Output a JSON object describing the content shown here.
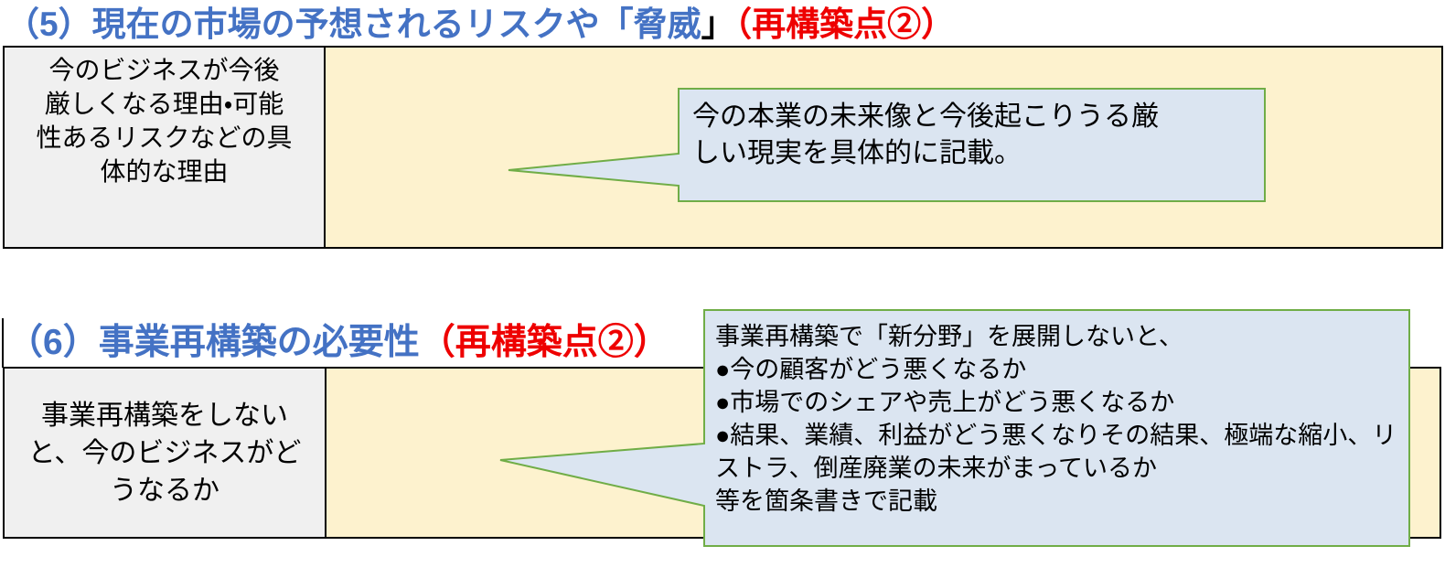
{
  "colors": {
    "heading_blue": "#4472C4",
    "accent_red": "#EE0000",
    "table_fill_yellow": "#FDF2CE",
    "table_fill_gray": "#F0F0F0",
    "callout_fill_blue": "#DBE5F1",
    "callout_border_green": "#70AD47",
    "border_black": "#000000"
  },
  "section5": {
    "heading": {
      "part_blue": "（5）現在の市場の予想されるリスクや「脅威",
      "part_black": "」",
      "part_red": "（再構築点②）"
    },
    "table": {
      "label_cell": "今のビジネスが今後\n厳しくなる理由・可能\n性あるリスクなどの具\n体的な理由",
      "content_cell": ""
    },
    "callout_text": "今の本業の未来像と今後起こりうる厳\nしい現実を具体的に記載。"
  },
  "section6": {
    "heading": {
      "part_blue": "（6）事業再構築の必要性",
      "part_red": "（再構築点②）"
    },
    "table": {
      "label_cell": "事業再構築をしない\nと、今のビジネスがど\nうなるか",
      "content_cell": ""
    },
    "callout_text": "事業再構築で「新分野」を展開しないと、\n●今の顧客がどう悪くなるか\n●市場でのシェアや売上がどう悪くなるか\n●結果、業績、利益がどう悪くなりその結果、極端な縮小、リ\nストラ、倒産廃業の未来がまっているか\n等を箇条書きで記載"
  }
}
